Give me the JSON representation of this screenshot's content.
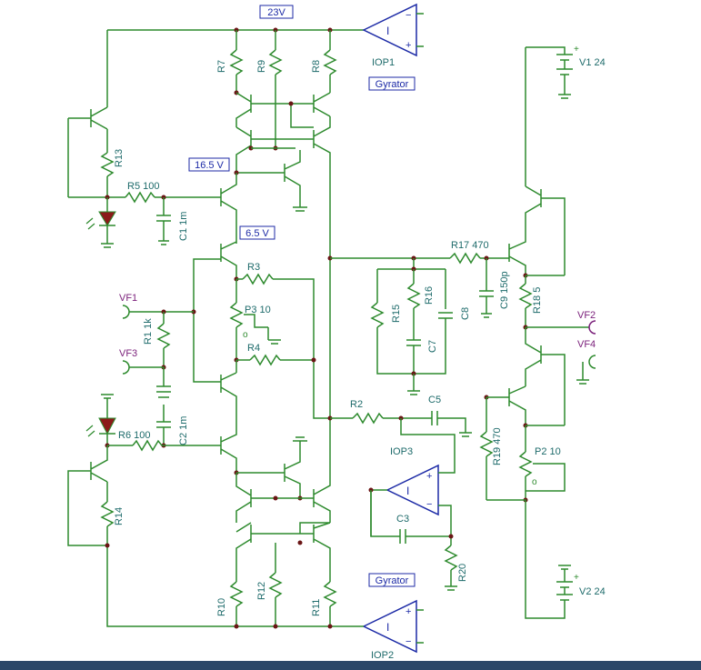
{
  "voltage_labels": {
    "v23": "23V",
    "v165": "16.5 V",
    "v65": "6.5 V"
  },
  "block_labels": {
    "gyrator_top": "Gyrator",
    "gyrator_bottom": "Gyrator"
  },
  "opamps": {
    "iop1": "IOP1",
    "iop2": "IOP2",
    "iop3": "IOP3"
  },
  "resistors": {
    "r7": "R7",
    "r9": "R9",
    "r8": "R8",
    "r13": "R13",
    "r5": "R5 100",
    "r3": "R3",
    "p3": "P3 10",
    "r4": "R4",
    "r1": "R1 1k",
    "r6": "R6 100",
    "r14": "R14",
    "r10": "R10",
    "r12": "R12",
    "r11": "R11",
    "r2": "R2",
    "r20": "R20",
    "r15": "R15",
    "r16": "R16",
    "r17": "R17 470",
    "r18": "R18 5",
    "r19": "R19 470",
    "p2": "P2 10"
  },
  "capacitors": {
    "c1": "C1 1m",
    "c2": "C2 1m",
    "c5": "C5",
    "c3": "C3",
    "c7": "C7",
    "c8": "C8",
    "c9": "C9 150p"
  },
  "sources": {
    "v1": "V1 24",
    "v2": "V2 24"
  },
  "ports": {
    "vf1": "VF1",
    "vf3": "VF3",
    "vf2": "VF2",
    "vf4": "VF4"
  },
  "colors": {
    "wire": "#2d8a2d",
    "node": "#6a1515",
    "opamp": "#1c2aa6",
    "led": "#8b1a1a",
    "port": "#7a1f7a"
  }
}
